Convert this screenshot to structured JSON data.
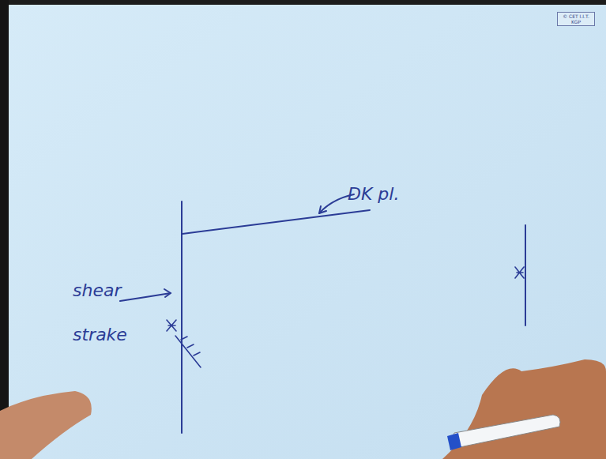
{
  "diagram": {
    "labels": [
      "DK pl.",
      "shear strake",
      "© CET I.I.T. KGP"
    ]
  }
}
